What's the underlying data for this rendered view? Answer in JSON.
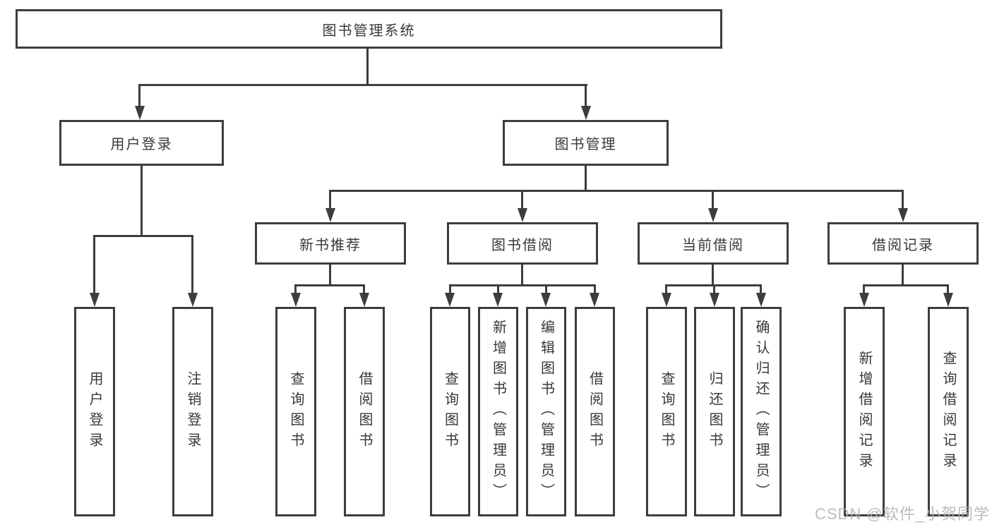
{
  "diagram": {
    "root": {
      "label": "图书管理系统"
    },
    "level2": [
      {
        "label": "用户登录"
      },
      {
        "label": "图书管理"
      }
    ],
    "level3": [
      {
        "label": "新书推荐"
      },
      {
        "label": "图书借阅"
      },
      {
        "label": "当前借阅"
      },
      {
        "label": "借阅记录"
      }
    ],
    "leaves": {
      "login": [
        "用户登录",
        "注销登录"
      ],
      "new_books": [
        "查询图书",
        "借阅图书"
      ],
      "borrow": [
        "查询图书",
        "新增图书（管理员）",
        "编辑图书（管理员）",
        "借阅图书"
      ],
      "current": [
        "查询图书",
        "归还图书",
        "确认归还（管理员）"
      ],
      "records": [
        "新增借阅记录",
        "查询借阅记录"
      ]
    },
    "watermark": "CSDN @软件_小贺同学",
    "colors": {
      "line": "#3d3d3d",
      "text": "#383838",
      "watermark": "#b0b0b0"
    }
  }
}
